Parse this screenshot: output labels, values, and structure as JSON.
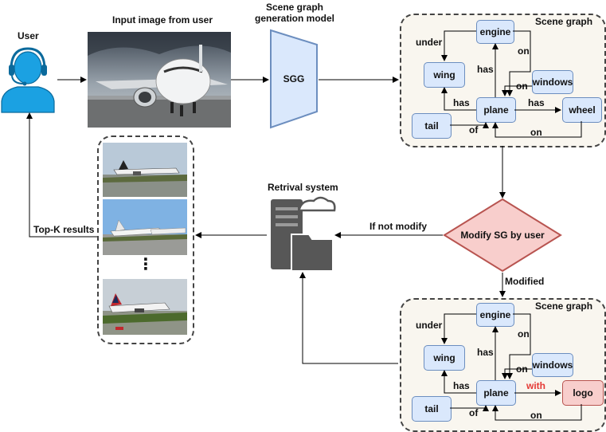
{
  "user": {
    "label": "User"
  },
  "input": {
    "label": "Input image from user"
  },
  "sgg_model": {
    "label": "Scene graph\ngeneration model",
    "box_label": "SGG"
  },
  "sg_top": {
    "title": "Scene graph",
    "nodes": {
      "engine": "engine",
      "wing": "wing",
      "windows": "windows",
      "plane": "plane",
      "wheel": "wheel",
      "tail": "tail"
    },
    "relations": {
      "under": "under",
      "has_engine": "has",
      "on_engine": "on",
      "on_windows": "on",
      "has_wing": "has",
      "has_wheel": "has",
      "of": "of",
      "on_wheel": "on"
    }
  },
  "retrieval": {
    "label": "Retrival system"
  },
  "decision": {
    "label": "Modify SG by user",
    "not_modify": "If not modify",
    "modified": "Modified"
  },
  "results": {
    "label": "Top-K results",
    "ellipsis": "⋮"
  },
  "sg_bottom": {
    "title": "Scene graph",
    "nodes": {
      "engine": "engine",
      "wing": "wing",
      "windows": "windows",
      "plane": "plane",
      "logo": "logo",
      "tail": "tail"
    },
    "relations": {
      "under": "under",
      "has_engine": "has",
      "on_engine": "on",
      "on_windows": "on",
      "has_wing": "has",
      "with": "with",
      "of": "of",
      "on_logo": "on"
    }
  },
  "colors": {
    "node_fill": "#dae8fc",
    "node_stroke": "#6c8ebf",
    "sgg_fill": "#dae8fc",
    "decision_fill": "#f8cecc",
    "decision_stroke": "#b85450",
    "highlight": "#e53935",
    "user_icon": "#1ba1e2"
  }
}
